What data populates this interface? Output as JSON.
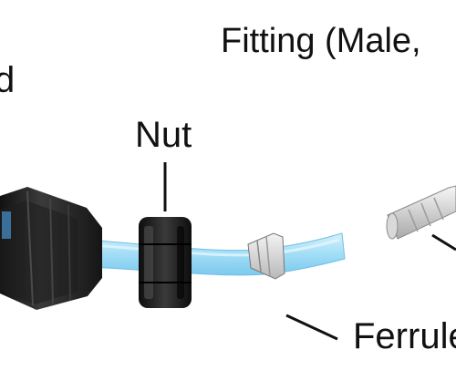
{
  "labels": {
    "fitting": "Fitting (Male,",
    "left_fragment": "d",
    "nut": "Nut",
    "ferrule": "Ferrule"
  },
  "colors": {
    "tubing": "#9fdcf6",
    "tubing_highlight": "#d6f1fc",
    "nut_body": "#1b1b1b",
    "ferrule": "#e8e8e8",
    "pointer": "#111111"
  }
}
